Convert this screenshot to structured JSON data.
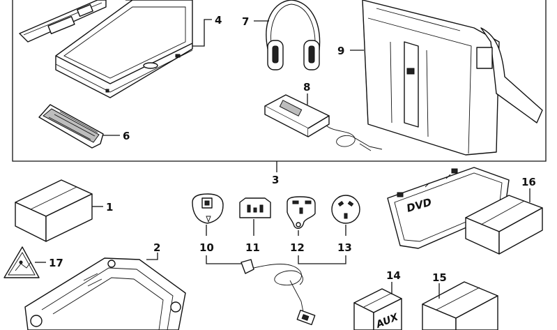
{
  "callouts": {
    "c1": "1",
    "c2": "2",
    "c3": "3",
    "c4": "4",
    "c6": "6",
    "c7": "7",
    "c8": "8",
    "c9": "9",
    "c10": "10",
    "c11": "11",
    "c12": "12",
    "c13": "13",
    "c14": "14",
    "c15": "15",
    "c16": "16",
    "c17": "17"
  },
  "part_text": {
    "dvd": "DVD",
    "aux": "AUX"
  }
}
